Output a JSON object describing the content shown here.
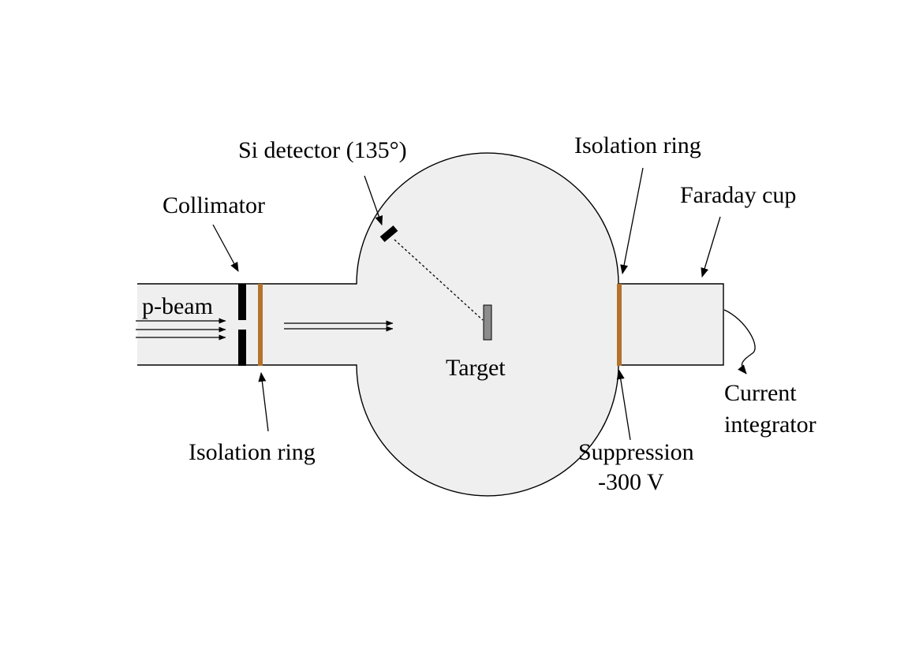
{
  "labels": {
    "si_detector": "Si detector (135°)",
    "isolation_ring_top": "Isolation ring",
    "faraday_cup": "Faraday cup",
    "collimator": "Collimator",
    "p_beam": "p-beam",
    "target": "Target",
    "current_integrator_line1": "Current",
    "current_integrator_line2": "integrator",
    "isolation_ring_bottom": "Isolation ring",
    "suppression_line1": "Suppression",
    "suppression_line2": "-300 V"
  },
  "colors": {
    "chamber_fill": "#efefef",
    "outline": "#000000",
    "isolation_ring": "#b5722c",
    "collimator": "#000000",
    "target": "#8c8c8c",
    "detector": "#000000"
  }
}
